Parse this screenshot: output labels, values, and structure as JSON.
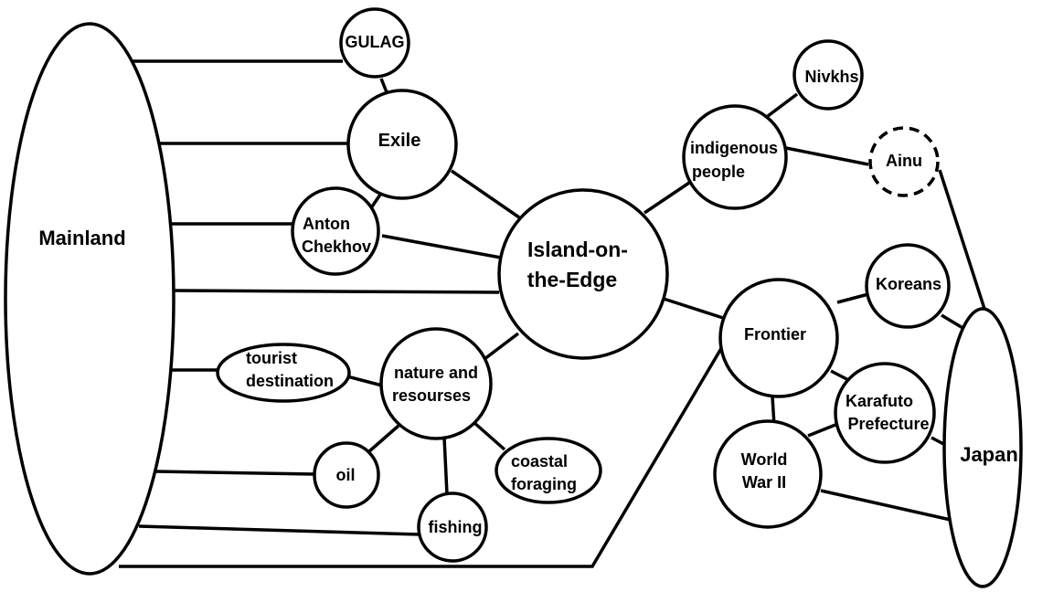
{
  "nodes": {
    "mainland": "Mainland",
    "gulag": "GULAG",
    "exile": "Exile",
    "anton_chekhov": [
      "Anton",
      "Chekhov"
    ],
    "island_on_the_edge": [
      "Island-on-",
      "the-Edge"
    ],
    "indigenous_people": [
      "indigenous",
      "people"
    ],
    "nivkhs": "Nivkhs",
    "ainu": "Ainu",
    "tourist_destination": [
      "tourist",
      "destination"
    ],
    "nature_and_resourses": [
      "nature and",
      "resourses"
    ],
    "oil": "oil",
    "fishing": "fishing",
    "coastal_foraging": [
      "coastal",
      "foraging"
    ],
    "frontier": "Frontier",
    "koreans": "Koreans",
    "karafuto_prefecture": [
      "Karafuto",
      "Prefecture"
    ],
    "world_war_ii": [
      "World",
      "War II"
    ],
    "japan": "Japan"
  }
}
